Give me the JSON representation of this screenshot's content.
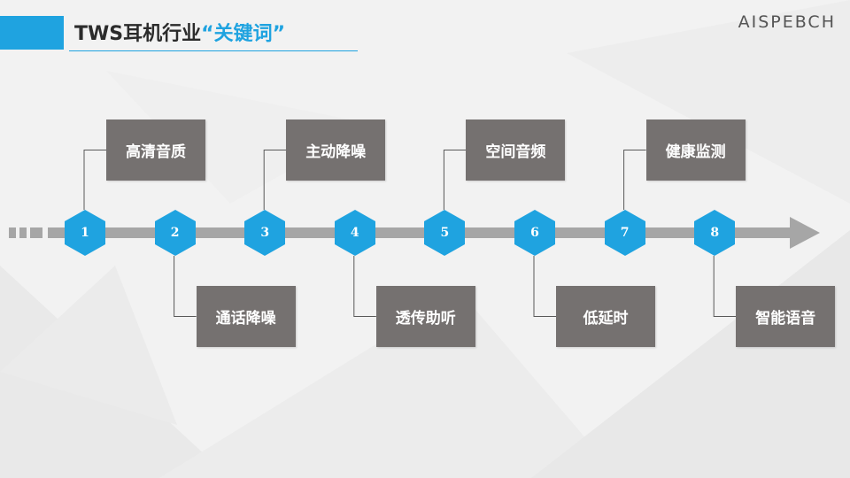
{
  "header": {
    "title_prefix": "TWS耳机行业",
    "title_highlight": "“关键词”",
    "logo": "AISPEBCH"
  },
  "colors": {
    "accent": "#1fa3e0",
    "box": "#757170",
    "arrow": "#a6a6a6",
    "connector": "#595959"
  },
  "timeline": {
    "nodes": [
      {
        "num": "1",
        "label": "高清音质",
        "position": "above"
      },
      {
        "num": "2",
        "label": "通话降噪",
        "position": "below"
      },
      {
        "num": "3",
        "label": "主动降噪",
        "position": "above"
      },
      {
        "num": "4",
        "label": "透传助听",
        "position": "below"
      },
      {
        "num": "5",
        "label": "空间音频",
        "position": "above"
      },
      {
        "num": "6",
        "label": "低延时",
        "position": "below"
      },
      {
        "num": "7",
        "label": "健康监测",
        "position": "above"
      },
      {
        "num": "8",
        "label": "智能语音",
        "position": "below"
      }
    ]
  }
}
